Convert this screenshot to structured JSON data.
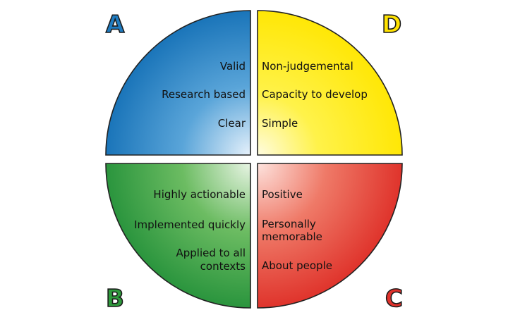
{
  "quadrants": {
    "a": {
      "letter": "A",
      "color": "#1f7bc0",
      "items": [
        "Valid",
        "Research based",
        "Clear"
      ]
    },
    "d": {
      "letter": "D",
      "color": "#ffe600",
      "items": [
        "Non-judgemental",
        "Capacity to develop",
        "Simple"
      ]
    },
    "b": {
      "letter": "B",
      "color": "#2e9a3c",
      "items": [
        "Highly actionable",
        "Implemented quickly",
        "Applied to all",
        "contexts"
      ]
    },
    "c": {
      "letter": "C",
      "color": "#e0312b",
      "items": [
        "Positive",
        "Personally",
        "memorable",
        "About people"
      ]
    }
  }
}
